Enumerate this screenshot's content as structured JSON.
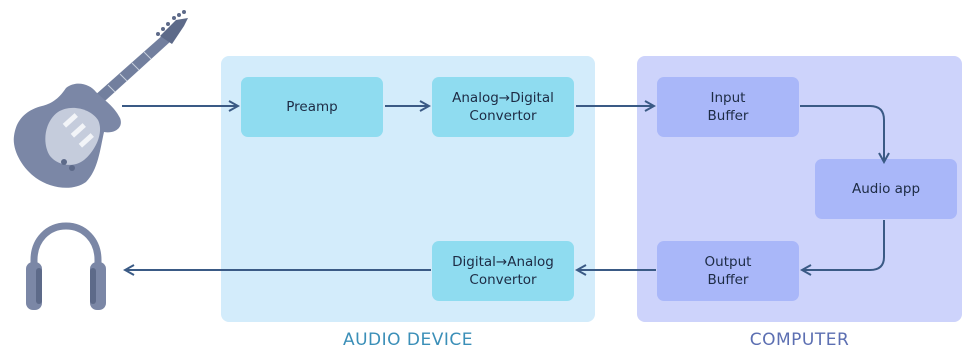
{
  "diagram": {
    "groups": {
      "audio_device": "AUDIO DEVICE",
      "computer": "COMPUTER"
    },
    "nodes": {
      "preamp": "Preamp",
      "adc": "Analog→Digital\nConvertor",
      "dac": "Digital→Analog\nConvertor",
      "input_buffer": "Input\nBuffer",
      "audio_app": "Audio app",
      "output_buffer": "Output\nBuffer"
    },
    "icons": [
      "electric-guitar-icon",
      "headphones-icon"
    ],
    "colors": {
      "audio_device_bg": "#d3ecfb",
      "computer_bg": "#cdd3fb",
      "device_node": "#8fdcf0",
      "computer_node": "#a9b7f9",
      "arrow": "#3a5a85",
      "icon": "#5d6a89"
    }
  }
}
